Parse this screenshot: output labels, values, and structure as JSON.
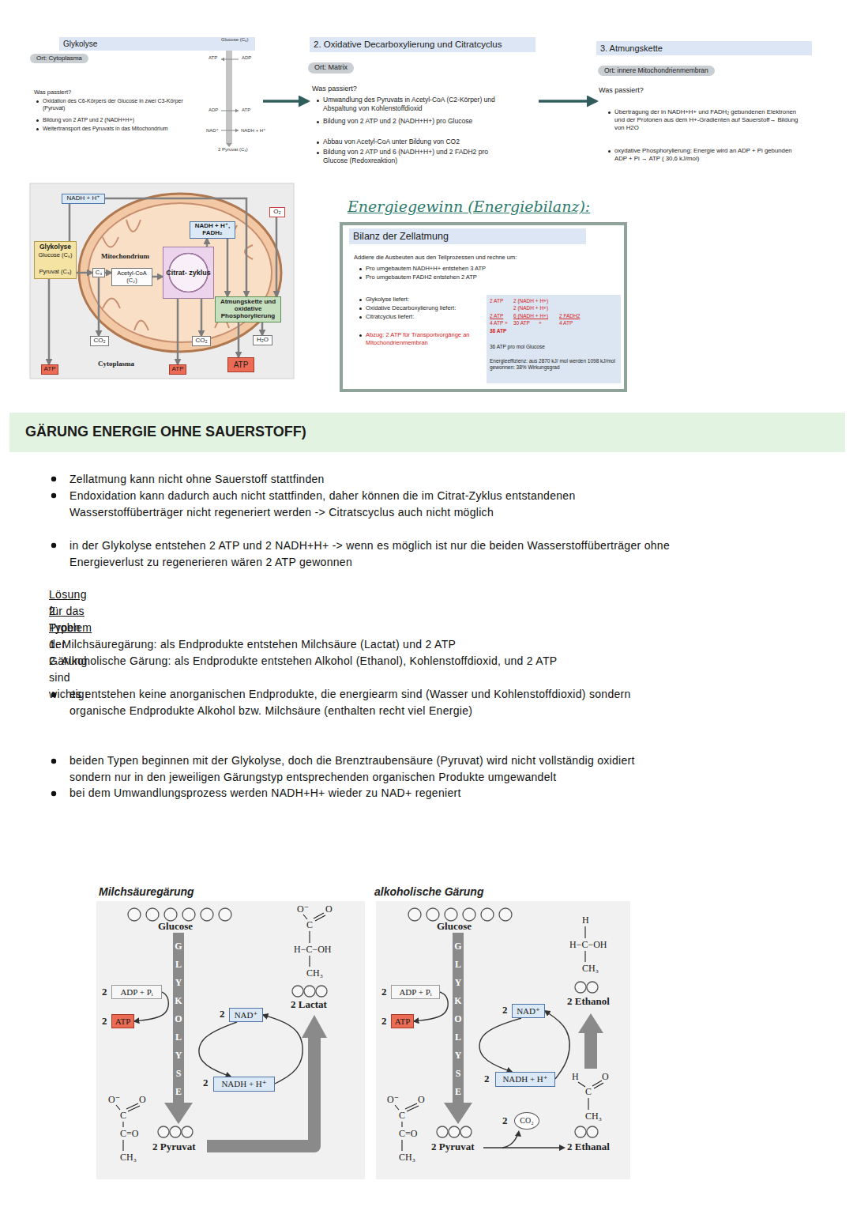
{
  "diagram": {
    "nodes": [
      {
        "text": [
          "Glykolyse",
          "Ort: Cytoplasma",
          "Was passiert?",
          "Oxidation des C6-Körpers der Glucose in zwei C3-Körper (Pyruvat)",
          "Bildung von 2 ATP und 2 (NADH+H+)",
          "Weitertransport des Pyruvats in das Mitochondrium"
        ]
      },
      {
        "text": [
          "2. Oxidative Decarboxylierung und Citratcyclus",
          "Ort: Matrix",
          "Was passiert?",
          "Umwandlung des Pyruvats in Acetyl-CoA (C2-Körper) und Abspaltung von Kohlenstoffdioxid",
          "Bildung von 2 ATP und 2 (NADH+H+) pro Glucose",
          "Abbau von Acetyl-CoA unter Bildung von CO2",
          "Bildung von 2 ATP und 6 (NADH+H+) und 2 FADH2 pro Glucose (Redoxreaktion)"
        ]
      },
      {
        "text": [
          "3. Atmungskette",
          "Ort: innere Mitochondrienmembran",
          "Was passiert?",
          "Übertragung der in NADH+H+ und FADH₂ gebundenen Elektronen und der Protonen aus dem H+-Gradienten auf Sauerstoff→ Bildung von H2O",
          "oxydative Phosphorylierung: Energie wird an ADP + Pi gebunden ADP + Pi → ATP ( 30,6 kJ/mol)"
        ]
      },
      {
        "text": [
          "Glykolyse",
          "Glucose (C₆)",
          "Pyruvat (C₃)"
        ]
      },
      {
        "text": [
          "C₃"
        ]
      },
      {
        "text": [
          "Acetyl-CoA (C₂)"
        ]
      },
      {
        "text": [
          "Citrat- zyklus"
        ]
      },
      {
        "text": [
          "NADH + H⁺, FADH₂"
        ]
      },
      {
        "text": [
          "Atmungskette und oxidative Phosphorylierung"
        ]
      },
      {
        "text": [
          "O₂"
        ]
      },
      {
        "text": [
          "H₂O"
        ]
      },
      {
        "text": [
          "CO₂"
        ]
      },
      {
        "text": [
          "CO₂"
        ]
      },
      {
        "text": [
          "ATP"
        ]
      },
      {
        "text": [
          "ATP"
        ]
      },
      {
        "text": [
          "ATP"
        ]
      },
      {
        "text": [
          "NADH + H⁺"
        ]
      },
      {
        "text": [
          "Bilanz der Zellatmung",
          "Addiere die Ausbeuten aus den Teilprozessen und rechne um:",
          "Pro umgebautem NADH+H+ entstehen 3 ATP",
          "Pro umgebautem FADH2 entstehen 2 ATP",
          "Glykolyse liefert:",
          "Oxidative Decarboxylierung liefert:",
          "Citratcyclus liefert:",
          "Abzug: 2 ATP für Transportvorgänge an Mitochondrienmembran"
        ]
      },
      {
        "text": [
          "2 ATP",
          "2 (NADH + H+)",
          "2 (NADH + H+)",
          "2 ATP",
          "6 (NADH + H+)",
          "2 FADH2",
          "4 ATP +",
          "30 ATP",
          "+",
          "4 ATP",
          "38 ATP",
          "36 ATP pro mol Glucose",
          "Energieeffizienz: aus 2870 kJ/ mol werden 1098 kJ/mol gewonnen: 38% Wirkungsgrad"
        ],
        "in": 17
      },
      {
        "text": [
          "GÄRUNG ENERGIE OHNE SAUERSTOFF)"
        ]
      },
      {
        "text": [
          "ADP + Pᵢ"
        ]
      },
      {
        "text": [
          "ATP"
        ]
      },
      {
        "text": [
          "NAD⁺"
        ]
      },
      {
        "text": [
          "NADH + H⁺"
        ]
      },
      {
        "text": [
          "ADP + Pᵢ"
        ]
      },
      {
        "text": [
          "ATP"
        ]
      },
      {
        "text": [
          "NAD⁺"
        ]
      },
      {
        "text": [
          "NADH + H⁺"
        ]
      },
      {
        "text": [
          "CO₂"
        ]
      }
    ],
    "edges": [
      {
        "from": 0,
        "to": 1,
        "arrow": "to"
      },
      {
        "from": 1,
        "to": 2,
        "arrow": "to"
      },
      {
        "from": 3,
        "to": 16,
        "arrow": "none"
      },
      {
        "from": 16,
        "to": 8,
        "arrow": "to"
      },
      {
        "from": 3,
        "to": 4,
        "arrow": "to"
      },
      {
        "from": 4,
        "to": 5,
        "arrow": "to"
      },
      {
        "from": 5,
        "to": 6,
        "arrow": "to"
      },
      {
        "from": 6,
        "to": 7,
        "arrow": "to"
      },
      {
        "from": 7,
        "to": 8,
        "arrow": "to"
      },
      {
        "from": 9,
        "to": 8,
        "arrow": "to"
      },
      {
        "from": 8,
        "to": 10,
        "arrow": "to"
      },
      {
        "from": 8,
        "to": 15,
        "arrow": "to"
      },
      {
        "from": 4,
        "to": 11,
        "arrow": "to"
      },
      {
        "from": 6,
        "to": 12,
        "arrow": "to"
      },
      {
        "from": 6,
        "to": 14,
        "arrow": "to"
      },
      {
        "from": 3,
        "to": 13,
        "arrow": "to"
      },
      {
        "from": 20,
        "to": 21,
        "arrow": "to"
      },
      {
        "from": 22,
        "to": 23,
        "arrow": "to"
      },
      {
        "from": 23,
        "to": 22,
        "arrow": "to"
      },
      {
        "from": 24,
        "to": 25,
        "arrow": "to"
      },
      {
        "from": 26,
        "to": 27,
        "arrow": "to"
      },
      {
        "from": 27,
        "to": 26,
        "arrow": "to"
      }
    ],
    "labels": [
      "Glucose (C₆)",
      "ATP",
      "ADP",
      "ADP",
      "ATP",
      "NAD⁺",
      "NADH + H⁺",
      "2 Pyruvat (C₃)",
      "Mitochondrium",
      "Cytoplasma",
      "Energiegewinn (Energiebilanz):",
      "Zellatmung kann nicht ohne Sauerstoff stattfinden",
      "Endoxidation kann dadurch auch nicht stattfinden, daher können die im Citrat-Zyklus entstandenen Wasserstoffüberträger nicht regeneriert werden -> Citratscyclus auch nicht möglich",
      "in der Glykolyse entstehen 2 ATP und 2 NADH+H+ -> wenn es möglich ist nur die beiden Wasserstoffüberträger ohne Energieverlust zu regenerieren wären 2 ATP gewonnen",
      "Lösung für das Problem",
      "2 Typen der Gärung sind wichtig:",
      "1. Milchsäuregärung: als Endprodukte entstehen Milchsäure (Lactat) und 2 ATP",
      "2. Alkoholische Gärung: als Endprodukte entstehen Alkohol (Ethanol), Kohlenstoffdioxid, und 2 ATP",
      "es entstehen keine anorganischen Endprodukte, die energiearm sind (Wasser und Kohlenstoffdioxid) sondern organische Endprodukte Alkohol bzw. Milchsäure (enthalten recht viel Energie)",
      "beiden Typen beginnen mit der Glykolyse, doch die Brenztraubensäure (Pyruvat) wird nicht vollständig oxidiert sondern nur in den jeweiligen Gärungstyp entsprechenden organischen Produkte umgewandelt",
      "bei dem Umwandlungsprozess werden NADH+H+ wieder zu NAD+ regeniert",
      "Milchsäuregärung",
      "Glucose",
      "GLYKOLYSE",
      "2",
      "2",
      "2",
      "2",
      "O⁻",
      "O",
      "C",
      "C=O",
      "CH₃",
      "2 Pyruvat",
      "O⁻",
      "O",
      "C",
      "H−C−OH",
      "CH₃",
      "2 Lactat",
      "alkoholische Gärung",
      "Glucose",
      "GLYKOLYSE",
      "2",
      "2",
      "2",
      "2",
      "H",
      "H−C−OH",
      "CH₃",
      "2 Ethanol",
      "H",
      "O",
      "C",
      "CH₃",
      "2",
      "O⁻",
      "O",
      "C",
      "C=O",
      "CH₃",
      "2 Pyruvat",
      "2 Ethanal"
    ]
  }
}
